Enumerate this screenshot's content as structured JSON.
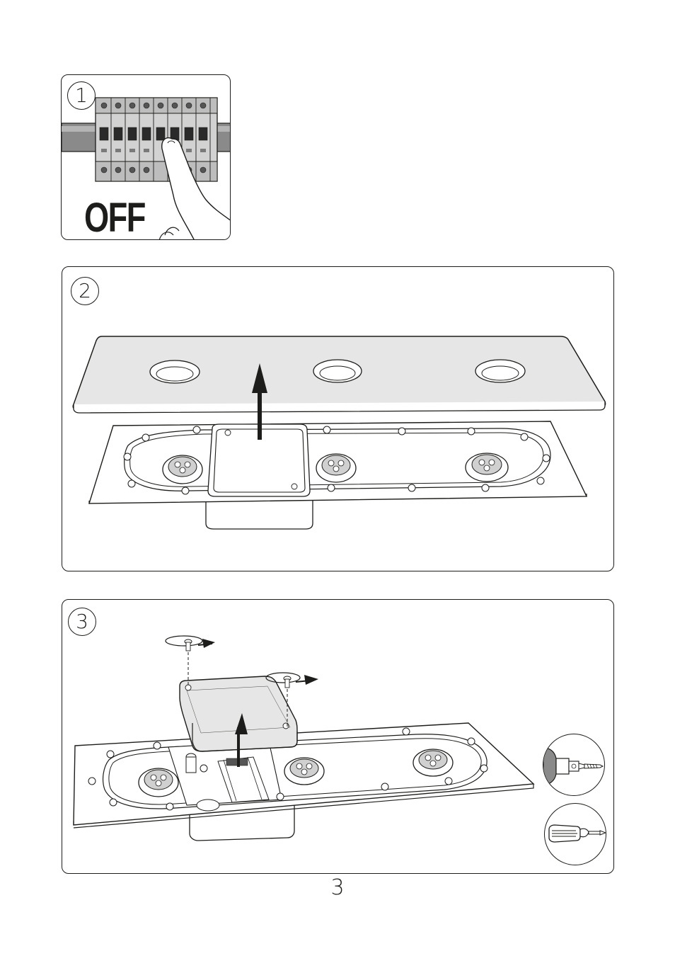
{
  "steps": [
    {
      "number": "1",
      "label": "OFF",
      "icons": [
        "circuit-breaker-panel",
        "finger-pressing-switch"
      ]
    },
    {
      "number": "2",
      "icons": [
        "cover-plate",
        "up-arrow",
        "base-plate"
      ]
    },
    {
      "number": "3",
      "icons": [
        "screw-unscrew",
        "junction-box-lid",
        "up-arrow",
        "base-plate",
        "drill-tool",
        "screwdriver-tool"
      ]
    }
  ],
  "page_number": "3",
  "colors": {
    "ink": "#1d1d1b",
    "cover_fill": "#e6e6e6",
    "breaker_fill": "#c8c8c8",
    "switch_dark": "#2a2a2a"
  }
}
